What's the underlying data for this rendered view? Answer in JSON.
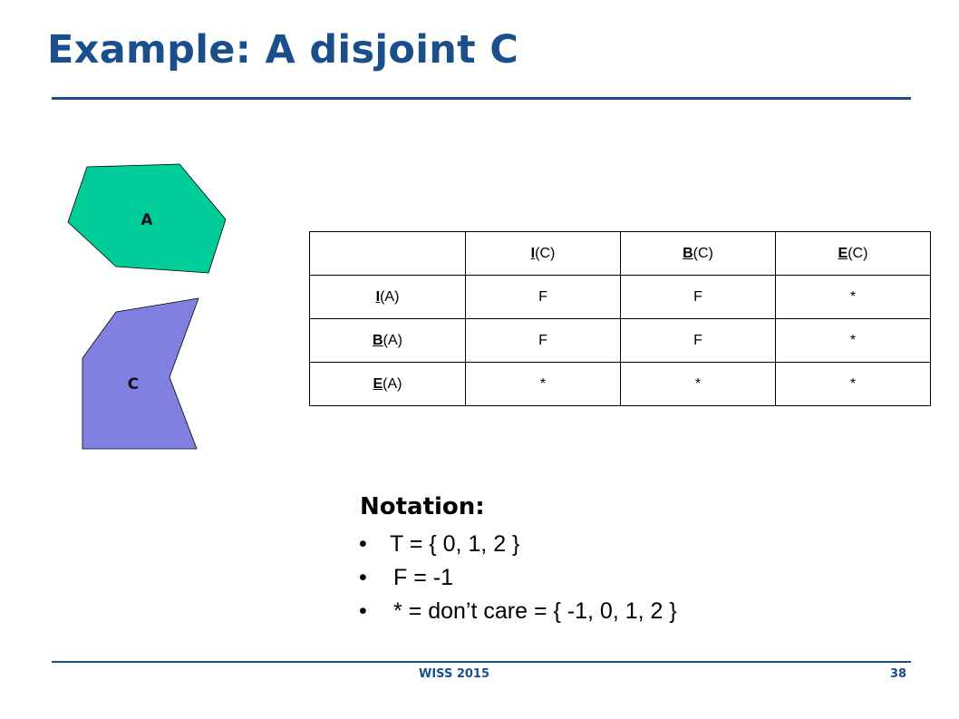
{
  "slide": {
    "title": "Example: A disjoint C",
    "footer": "WISS 2015",
    "page_number": "38"
  },
  "shapes": {
    "a": {
      "label": "A",
      "color": "#00cc99"
    },
    "c": {
      "label": "C",
      "color": "#8080e0"
    }
  },
  "matrix": {
    "header": [
      "",
      "I(C)",
      "B(C)",
      "E(C)"
    ],
    "rows": [
      {
        "label": "I(A)",
        "values": [
          "F",
          "F",
          "*"
        ]
      },
      {
        "label": "B(A)",
        "values": [
          "F",
          "F",
          "*"
        ]
      },
      {
        "label": "E(A)",
        "values": [
          "*",
          "*",
          "*"
        ]
      }
    ]
  },
  "notation": {
    "title": "Notation:",
    "items": [
      "T = { 0, 1, 2 }",
      "F = -1",
      "* = don’t care = { -1, 0, 1, 2 }"
    ],
    "bullet": "•"
  },
  "colors": {
    "brand_blue": "#1a4f8b"
  }
}
